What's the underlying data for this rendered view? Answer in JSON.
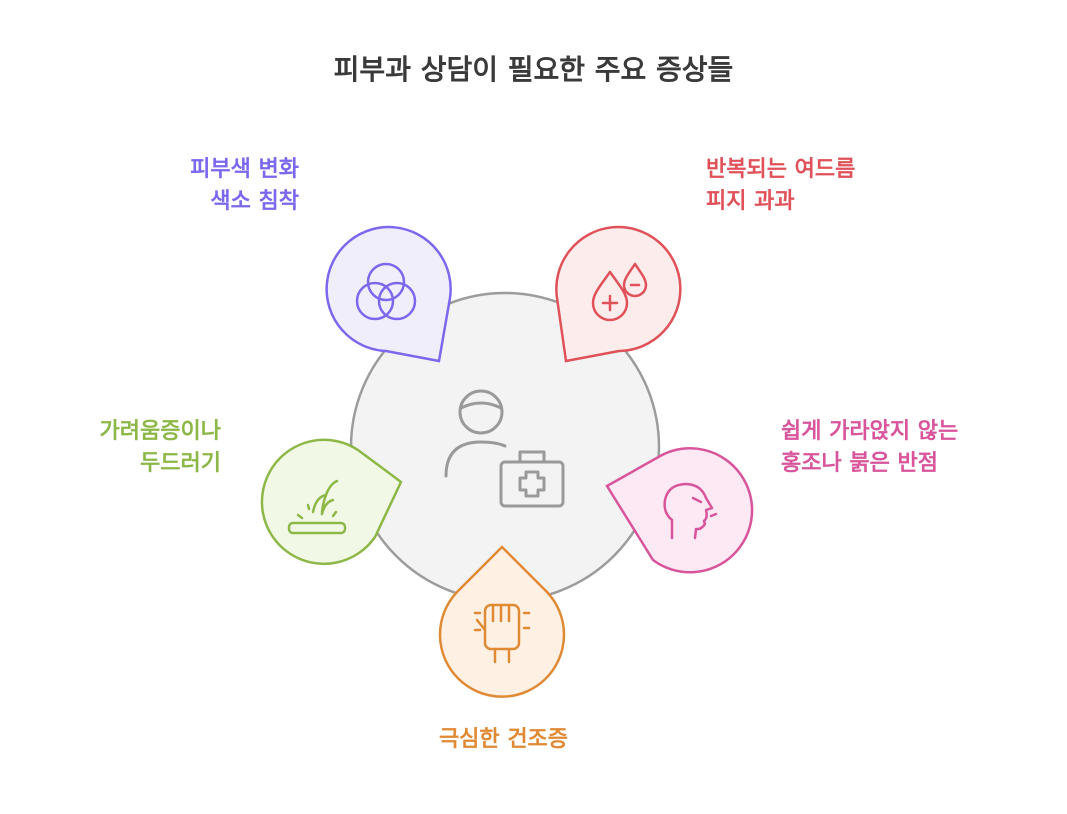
{
  "title": "피부과 상담이 필요한 주요 증상들",
  "center": {
    "icon": "doctor-medical-kit-icon"
  },
  "items": [
    {
      "id": "pigment",
      "line1": "피부색 변화",
      "line2": "색소 침착",
      "color": "#7B68EE",
      "fill": "#F1EEFC",
      "icon": "venn-circles-icon"
    },
    {
      "id": "acne",
      "line1": "반복되는 여드름",
      "line2": "피지 과과",
      "color": "#E0525A",
      "fill": "#FDECEC",
      "icon": "oil-drops-icon"
    },
    {
      "id": "redness",
      "line1": "쉽게 가라앉지 않는",
      "line2": "홍조나 붉은 반점",
      "color": "#D8559C",
      "fill": "#FCE9F4",
      "icon": "face-profile-icon"
    },
    {
      "id": "dryness",
      "line1": "극심한 건조증",
      "line2": "",
      "color": "#E08A35",
      "fill": "#FEF1E4",
      "icon": "dry-hand-icon"
    },
    {
      "id": "itch",
      "line1": "가려움증이나",
      "line2": "두드러기",
      "color": "#8DB848",
      "fill": "#F2F8E6",
      "icon": "scratch-itch-icon"
    }
  ]
}
